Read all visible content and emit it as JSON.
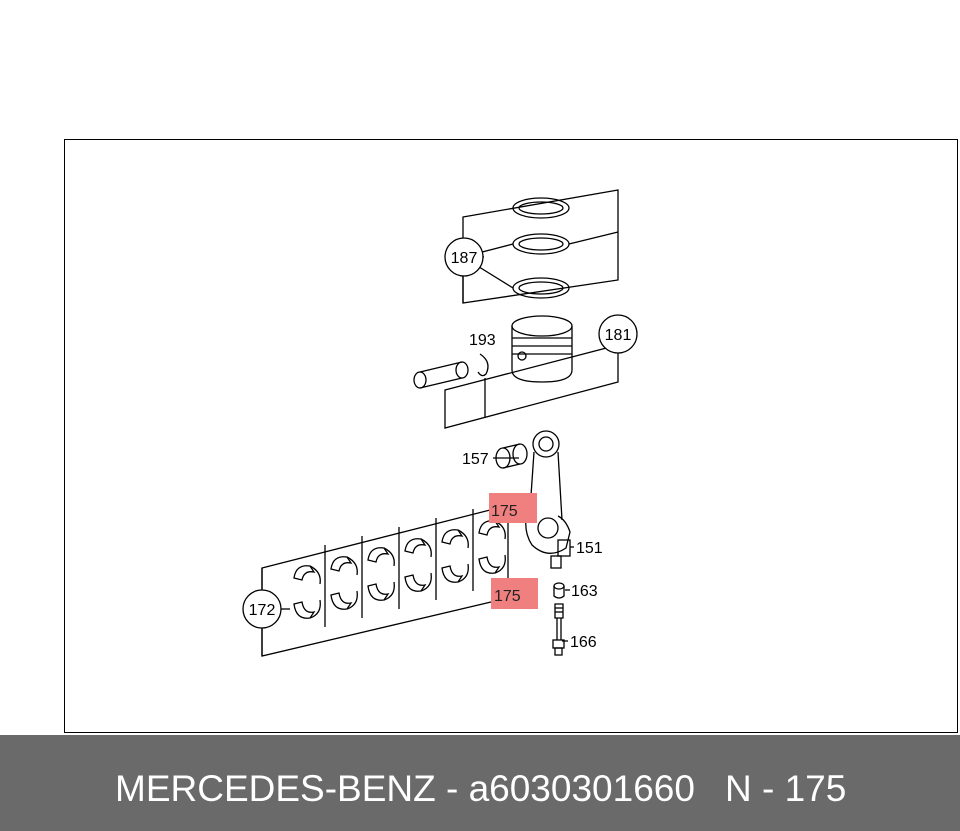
{
  "diagram": {
    "callouts": {
      "piston_rings": "187",
      "piston": "181",
      "circlip": "193",
      "bushing": "157",
      "connecting_rod": "151",
      "bearing_shell_upper": "175",
      "bearing_shell_lower": "175",
      "nut": "163",
      "bolt": "166",
      "main_bearings": "172"
    },
    "highlight_color": "#f08080"
  },
  "footer": {
    "part_text": "MERCEDES-BENZ - a6030301660",
    "ref_text": "N - 175",
    "background": "#6a6a6a"
  }
}
